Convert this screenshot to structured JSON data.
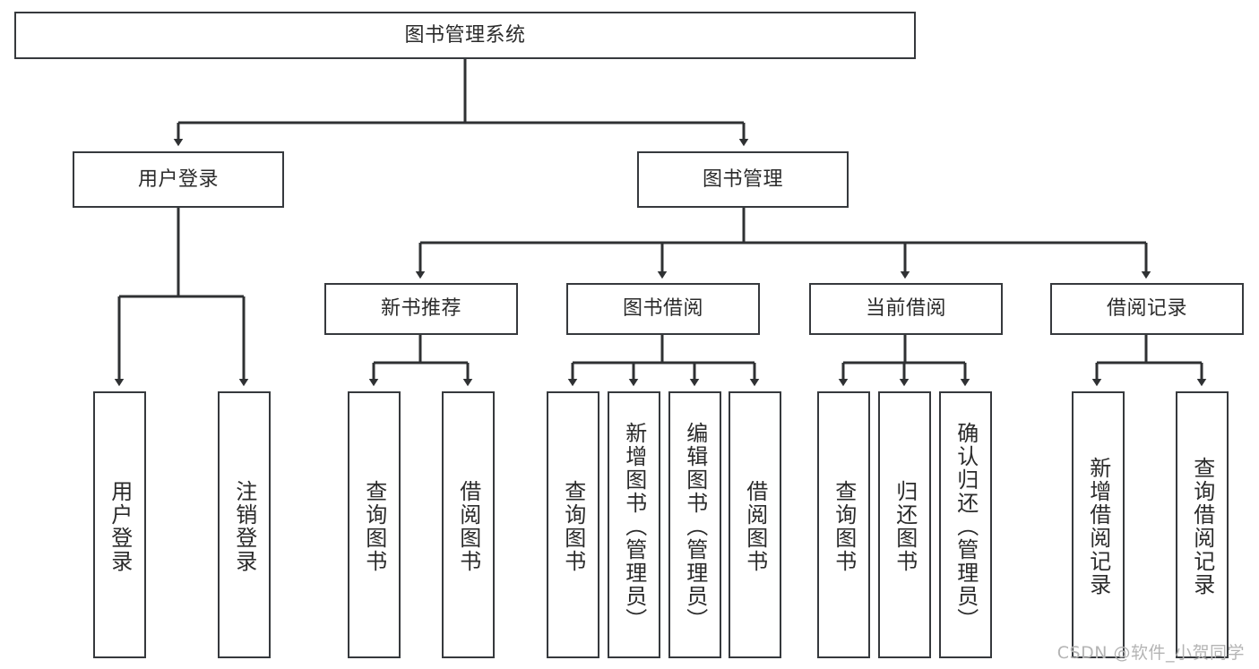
{
  "diagram": {
    "title": "图书管理系统",
    "type": "tree-hierarchy-diagram",
    "colors": {
      "box_border": "#36393d",
      "box_fill": "#ffffff",
      "edge": "#2f3133",
      "text": "#2b2b2b",
      "watermark": "#b4b4b4",
      "background": "#ffffff"
    },
    "nodes": {
      "root": {
        "label": "图书管理系统"
      },
      "level2": [
        {
          "id": "user-login",
          "label": "用户登录"
        },
        {
          "id": "book-management",
          "label": "图书管理"
        }
      ],
      "level3": [
        {
          "id": "new-book-recommend",
          "label": "新书推荐"
        },
        {
          "id": "book-borrow",
          "label": "图书借阅"
        },
        {
          "id": "current-borrow",
          "label": "当前借阅"
        },
        {
          "id": "borrow-record",
          "label": "借阅记录"
        }
      ],
      "leaves": {
        "user_login": [
          {
            "id": "leaf-user-login",
            "label": "用户登录"
          },
          {
            "id": "leaf-logout-login",
            "label": "注销登录"
          }
        ],
        "new_book_recommend": [
          {
            "id": "leaf-query-book-1",
            "label": "查询图书"
          },
          {
            "id": "leaf-borrow-book-1",
            "label": "借阅图书"
          }
        ],
        "book_borrow": [
          {
            "id": "leaf-query-book-2",
            "label": "查询图书"
          },
          {
            "id": "leaf-add-book",
            "label": "新增图书（管理员）"
          },
          {
            "id": "leaf-edit-book",
            "label": "编辑图书（管理员）"
          },
          {
            "id": "leaf-borrow-book-2",
            "label": "借阅图书"
          }
        ],
        "current_borrow": [
          {
            "id": "leaf-query-book-3",
            "label": "查询图书"
          },
          {
            "id": "leaf-return-book",
            "label": "归还图书"
          },
          {
            "id": "leaf-confirm-return",
            "label": "确认归还（管理员）"
          }
        ],
        "borrow_record": [
          {
            "id": "leaf-add-record",
            "label": "新增借阅记录"
          },
          {
            "id": "leaf-query-record",
            "label": "查询借阅记录"
          }
        ]
      }
    },
    "watermark": "CSDN @软件_小贺同学"
  }
}
